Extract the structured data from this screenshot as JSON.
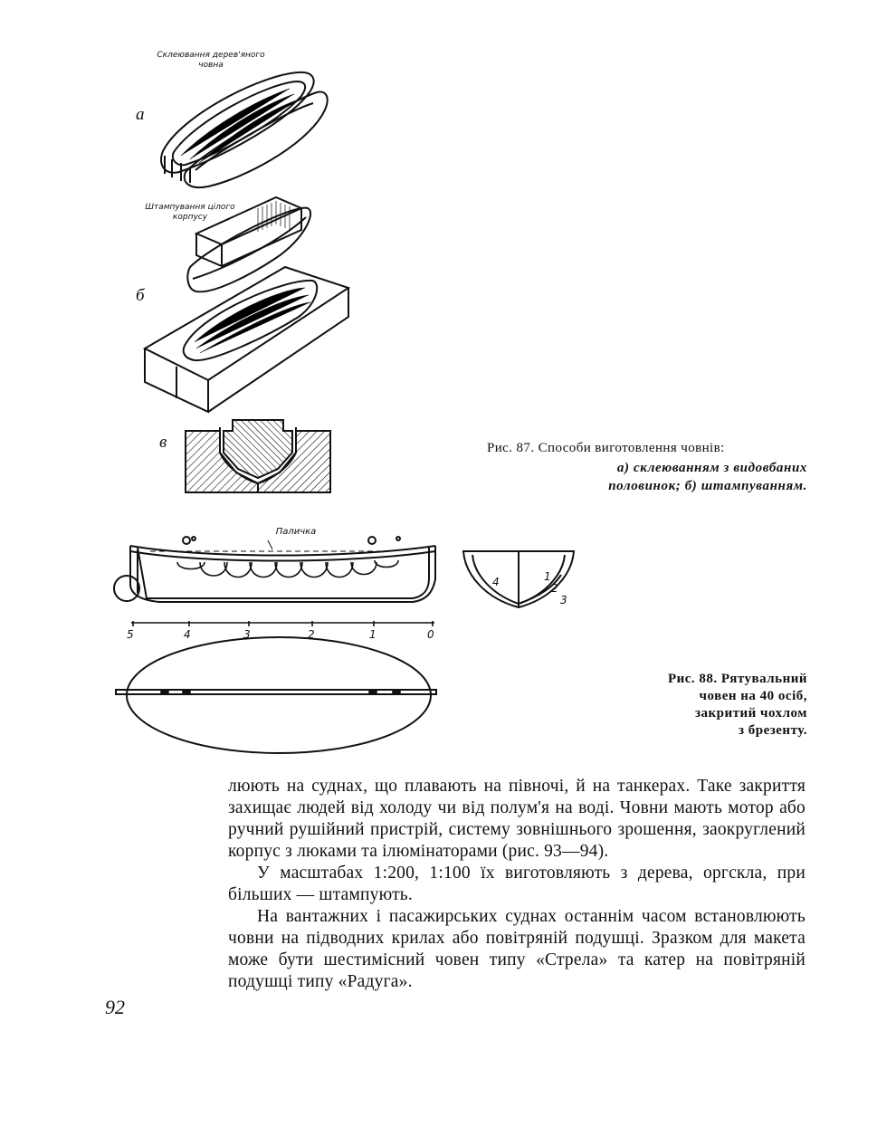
{
  "figure87": {
    "label_a": "Склеювання дерев'яного човна",
    "label_b": "Штампування цілого корпусу",
    "letter_a": "а",
    "letter_b": "б",
    "letter_v": "в",
    "caption_title": "Рис. 87. Способи виготовлення човнів:",
    "caption_line2": "а) склеюванням з видовбаних",
    "caption_line3": "половинок; б) штампуванням."
  },
  "figure88": {
    "label_rod": "Паличка",
    "scale": [
      "5",
      "4",
      "3",
      "2",
      "1",
      "0"
    ],
    "section_marks": [
      "4",
      "1",
      "2",
      "3"
    ],
    "caption_line1": "Рис. 88. Рятувальний",
    "caption_line2": "човен на 40 осіб,",
    "caption_line3": "закритий чохлом",
    "caption_line4": "з брезенту."
  },
  "body": {
    "para1": "люють на суднах, що плавають на півночі, й на танкерах. Таке закриття захищає людей від холоду чи від полум'я на воді. Човни мають мотор або ручний рушійний пристрій, систему зовнішнього зрошення, заокруглений корпус з люками та ілюмінаторами (рис. 93—94).",
    "para2": "У масштабах 1:200, 1:100 їх виготовляють з дерева, оргскла, при більших — штампують.",
    "para3": "На вантажних і пасажирських суднах останнім часом встановлюють човни на підводних крилах або повітряній подушці. Зразком для макета може бути шестимісний човен типу «Стрела» та катер на повітряній подушці типу «Радуга»."
  },
  "page_number": "92"
}
